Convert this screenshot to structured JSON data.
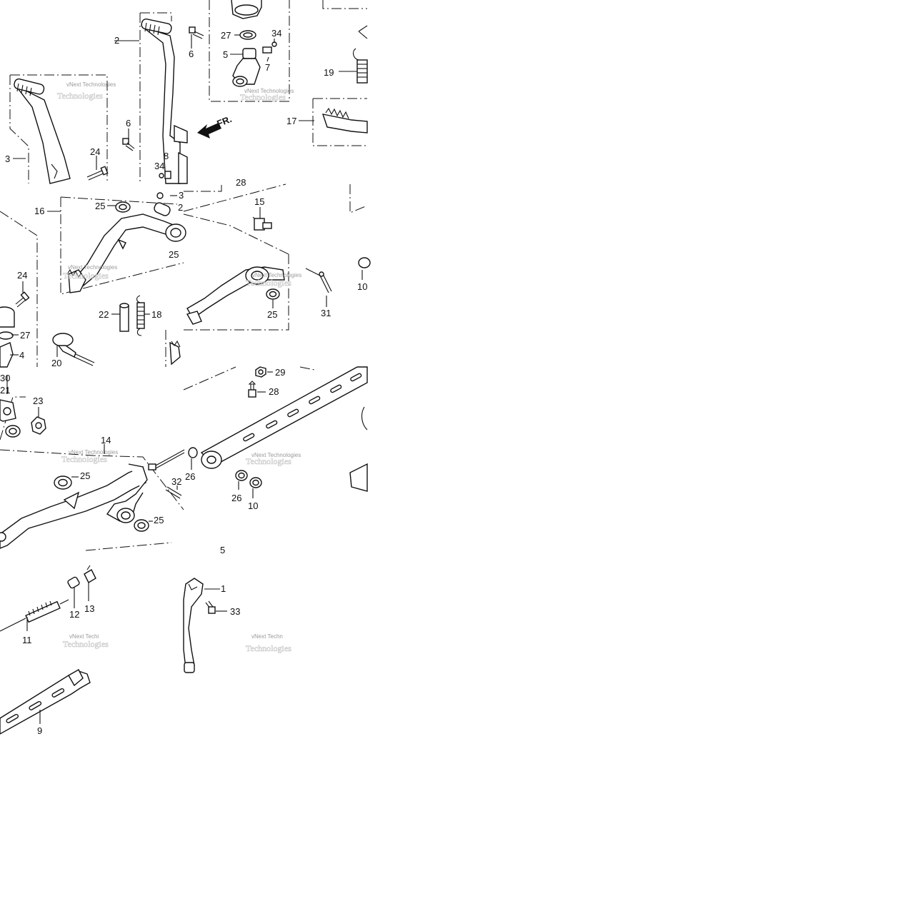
{
  "watermark": {
    "line1": "vNext Technologies",
    "line2": "Technologies",
    "truncated": "vNext Techi",
    "truncated_short": "vNext Techn"
  },
  "direction_label": "FR.",
  "callouts": {
    "p1": "1",
    "p2": "2",
    "p3": "3",
    "p4": "4",
    "p5": "5",
    "p6": "6",
    "p7": "7",
    "p8": "8",
    "p9": "9",
    "p10": "10",
    "p11": "11",
    "p12": "12",
    "p13": "13",
    "p14": "14",
    "p15": "15",
    "p16": "16",
    "p17": "17",
    "p18": "18",
    "p19": "19",
    "p20": "20",
    "p21": "21",
    "p22": "22",
    "p23": "23",
    "p24": "24",
    "p25": "25",
    "p26": "26",
    "p27": "27",
    "p28": "28",
    "p29": "29",
    "p30": "30",
    "p31": "31",
    "p32": "32",
    "p33": "33",
    "p34": "34"
  },
  "cutoff_text": {
    "c28": "28",
    "c3": "3",
    "c2": "2",
    "c5": "5",
    "c30": "30",
    "c21": "21"
  }
}
